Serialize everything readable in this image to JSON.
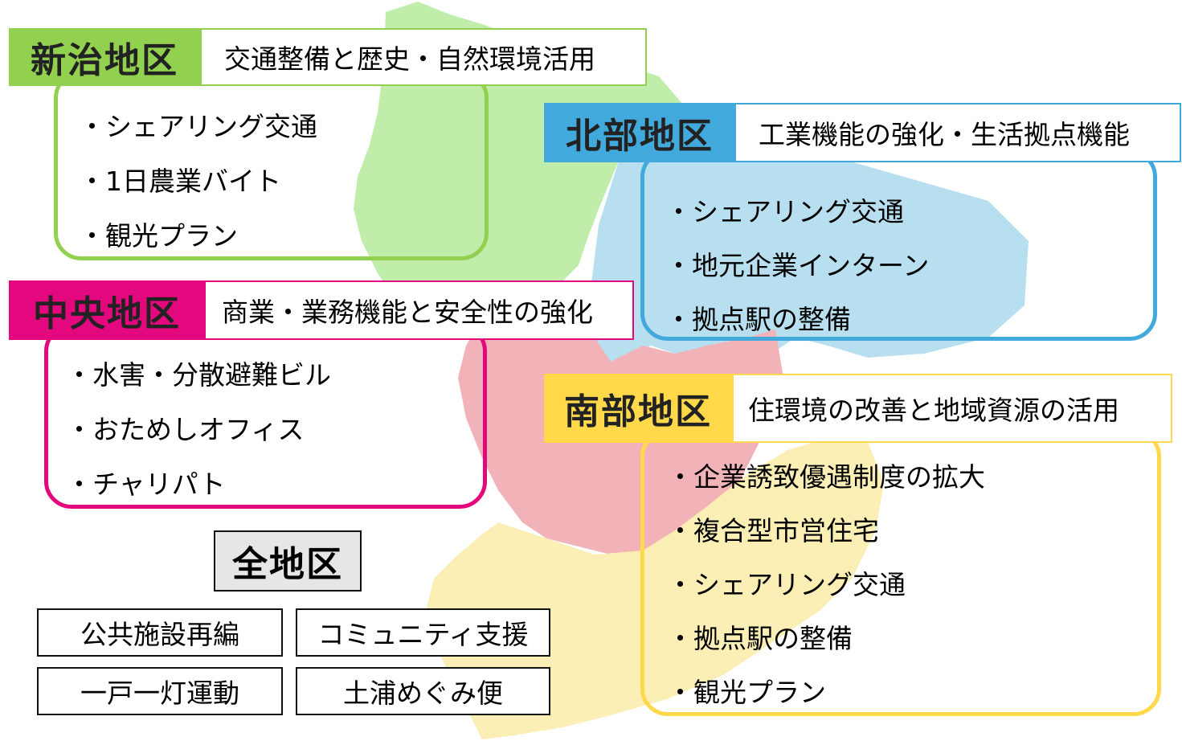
{
  "districts": [
    {
      "id": "niiharu",
      "name": "新治地区",
      "theme": "交通整備と歴史・自然環境活用",
      "color": "#92d050",
      "map_fill": "#c0eeaa",
      "items": [
        "シェアリング交通",
        "1日農業バイト",
        "観光プラン"
      ]
    },
    {
      "id": "hokubu",
      "name": "北部地区",
      "theme": "工業機能の強化・生活拠点機能",
      "color": "#41a9dc",
      "map_fill": "#b8dff0",
      "items": [
        "シェアリング交通",
        "地元企業インターン",
        "拠点駅の整備"
      ]
    },
    {
      "id": "chuo",
      "name": "中央地区",
      "theme": "商業・業務機能と安全性の強化",
      "color": "#e4087e",
      "map_fill": "#f1b2b8",
      "items": [
        "水害・分散避難ビル",
        "おためしオフィス",
        "チャリパト"
      ]
    },
    {
      "id": "nanbu",
      "name": "南部地区",
      "theme": "住環境の改善と地域資源の活用",
      "color": "#ffd94a",
      "map_fill": "#fbefb6",
      "items": [
        "企業誘致優遇制度の拡大",
        "複合型市営住宅",
        "シェアリング交通",
        "拠点駅の整備",
        "観光プラン"
      ]
    }
  ],
  "all_district": {
    "name": "全地区",
    "items": [
      "公共施設再編",
      "コミュニティ支援",
      "一戸一灯運動",
      "土浦めぐみ便"
    ]
  }
}
